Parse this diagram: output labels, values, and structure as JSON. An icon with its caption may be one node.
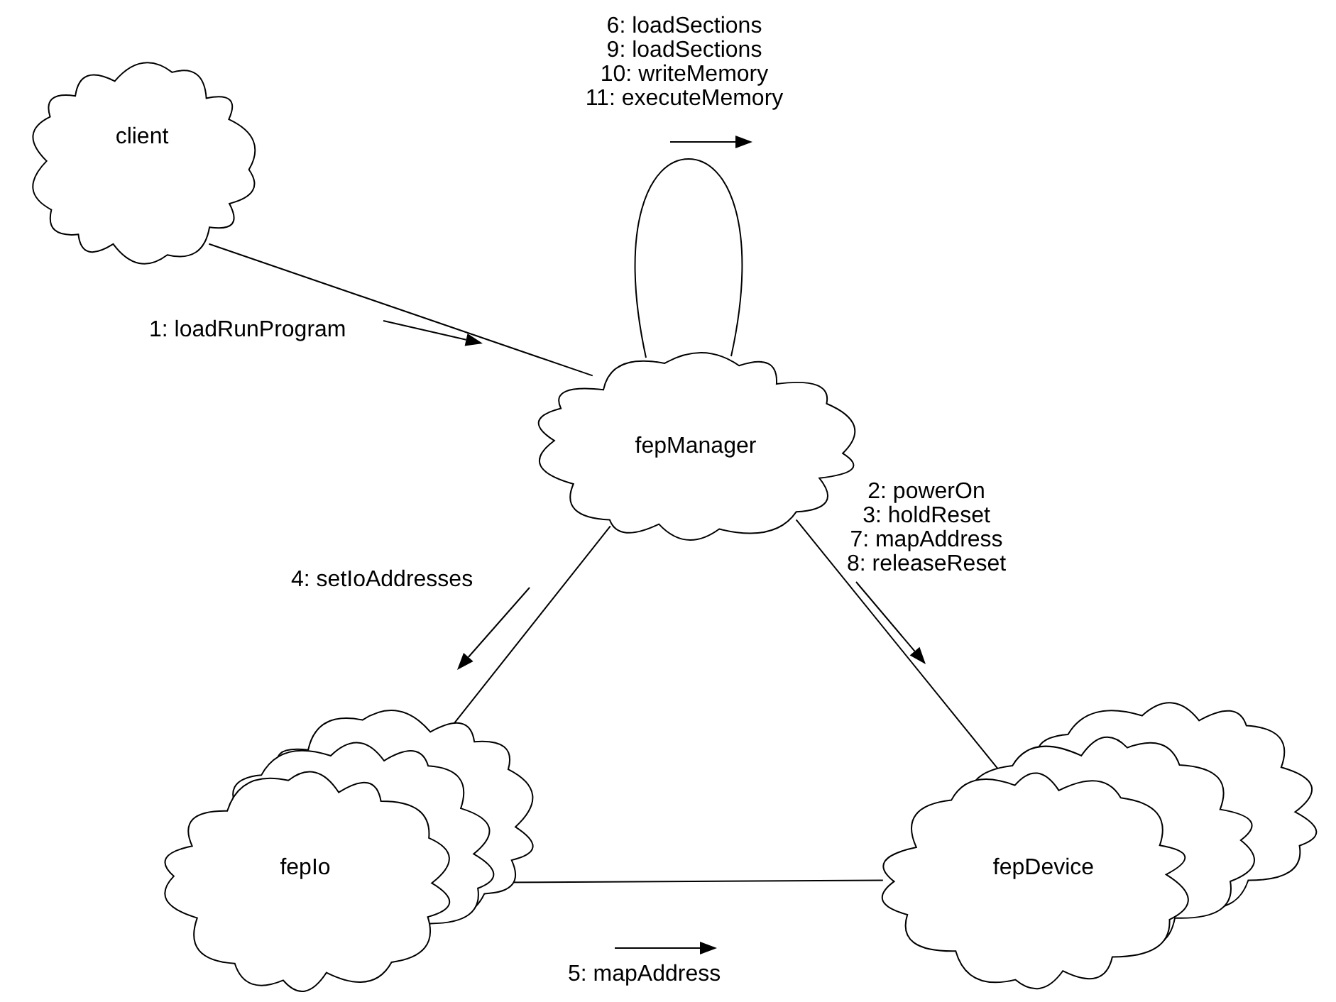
{
  "diagram": {
    "nodes": [
      {
        "text": [
          "client"
        ]
      },
      {
        "text": [
          "fepManager"
        ]
      },
      {
        "text": [
          "fepIo"
        ]
      },
      {
        "text": [
          "fepDevice"
        ]
      }
    ],
    "edges": [
      {
        "from": 0,
        "to": 1,
        "arrow": "none",
        "label": "1: loadRunProgram"
      },
      {
        "from": 1,
        "to": 1,
        "arrow": "none",
        "label": "6: loadSections 9: loadSections 10: writeMemory 11: executeMemory"
      },
      {
        "from": 1,
        "to": 2,
        "arrow": "none",
        "label": "4: setIoAddresses"
      },
      {
        "from": 1,
        "to": 3,
        "arrow": "none",
        "label": "2: powerOn 3: holdReset 7: mapAddress 8: releaseReset"
      },
      {
        "from": 2,
        "to": 3,
        "arrow": "none",
        "label": "5: mapAddress"
      }
    ]
  }
}
